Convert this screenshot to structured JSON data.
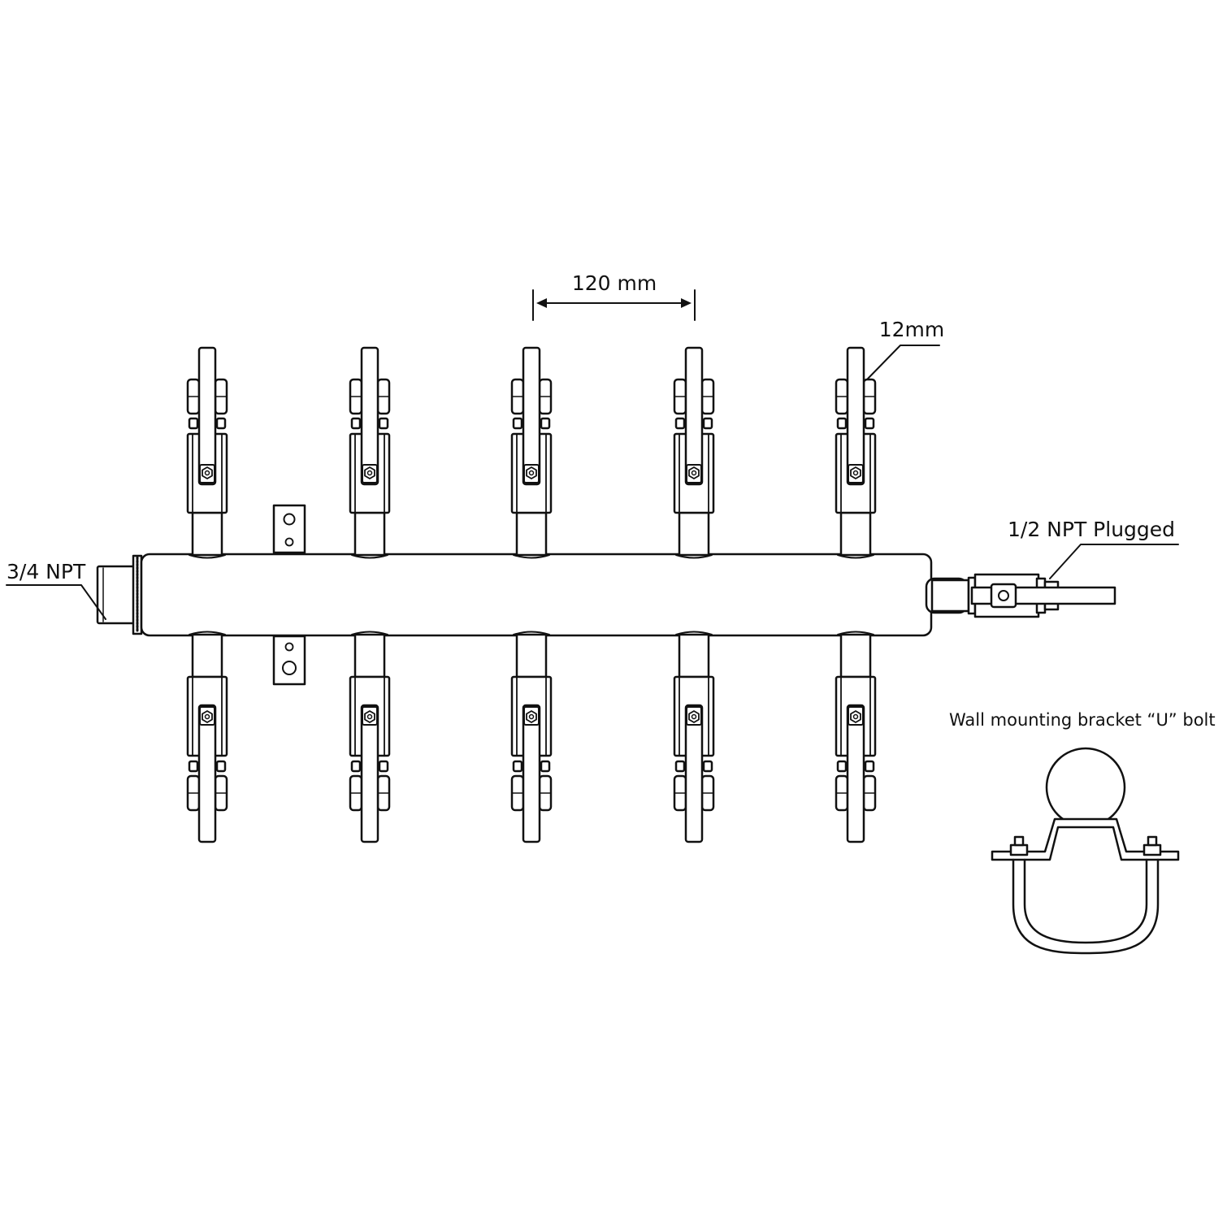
{
  "labels": {
    "spacing": "120 mm",
    "tube": "12mm",
    "inlet": "3/4 NPT",
    "outlet": "1/2 NPT Plugged",
    "bracket": "Wall mounting bracket “U” bolt"
  },
  "outlets_per_side": 5,
  "line_color": "#111111"
}
